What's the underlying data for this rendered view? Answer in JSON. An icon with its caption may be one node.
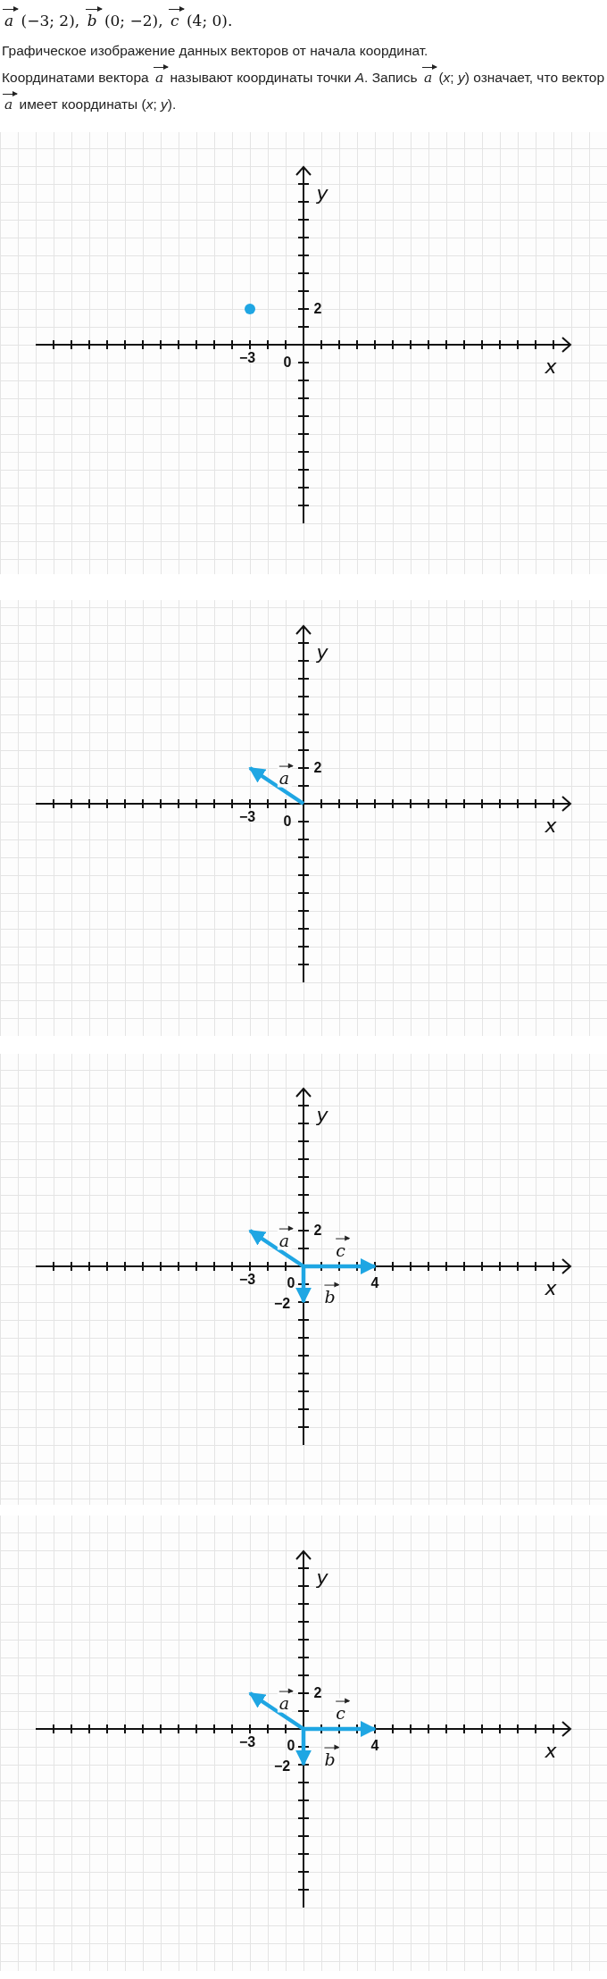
{
  "diagram": {
    "labels": [
      "**a** (−3; 2), **b** (0; −2), **c** (4; 0).",
      "Графическое изображение данных векторов от начала координат.",
      "Координатами вектора **a** называют координаты точки *A*. Запись **a** (*x*; *y*) означает, что вектор **a** имеет координаты (*x*; *y*).",
      "y",
      "2",
      "−3",
      "0",
      "x",
      "y",
      "a",
      "2",
      "−3",
      "0",
      "x",
      "y",
      "a",
      "2",
      "c",
      "−3",
      "0",
      "4",
      "b",
      "−2",
      "x",
      "y",
      "a",
      "2",
      "c",
      "−3",
      "0",
      "4",
      "b",
      "−2",
      "x"
    ]
  }
}
